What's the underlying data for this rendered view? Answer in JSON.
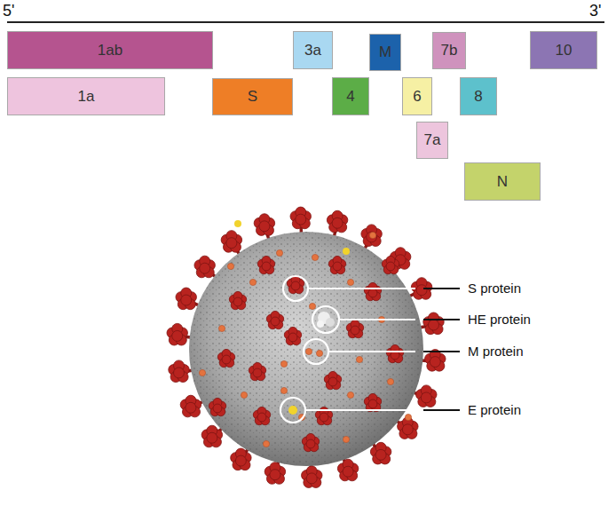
{
  "diagram": {
    "nodes": [
      {
        "text": [
          "1ab"
        ]
      },
      {
        "text": [
          "3a"
        ]
      },
      {
        "text": [
          "M"
        ]
      },
      {
        "text": [
          "7b"
        ]
      },
      {
        "text": [
          "10"
        ]
      },
      {
        "text": [
          "1a"
        ]
      },
      {
        "text": [
          "S"
        ]
      },
      {
        "text": [
          "4"
        ]
      },
      {
        "text": [
          "6"
        ]
      },
      {
        "text": [
          "8"
        ]
      },
      {
        "text": [
          "7a"
        ]
      },
      {
        "text": [
          "N"
        ]
      }
    ],
    "labels": [
      "5'",
      "3'",
      "S protein",
      "HE protein",
      "M protein",
      "E protein"
    ]
  }
}
